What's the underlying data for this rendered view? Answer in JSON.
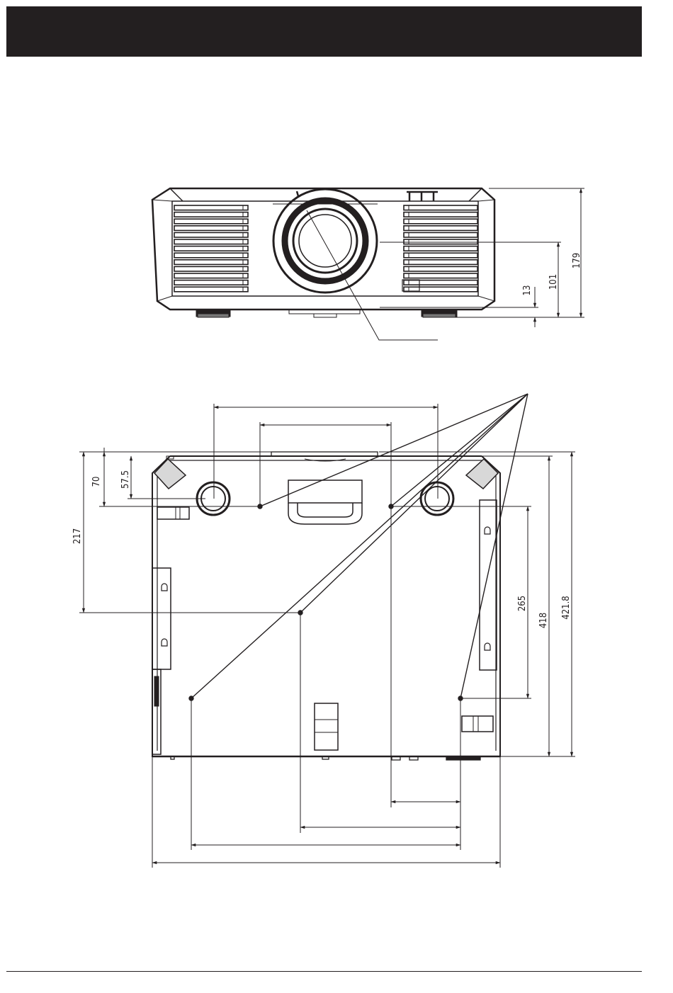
{
  "header": {
    "title": ""
  },
  "dimensions": {
    "front_view": {
      "d13": "13",
      "d101": "101",
      "d179": "179"
    },
    "bottom_view": {
      "d70": "70",
      "d57_5": "57.5",
      "d217": "217",
      "d265": "265",
      "d418": "418",
      "d421_8": "421.8"
    }
  },
  "colors": {
    "ink": "#231f20",
    "header": "#231f20",
    "background": "#ffffff"
  }
}
